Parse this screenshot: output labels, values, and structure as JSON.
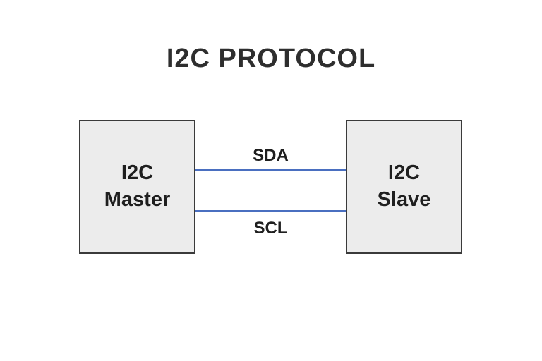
{
  "title": "I2C PROTOCOL",
  "colors": {
    "background": "#ffffff",
    "box_fill": "#ececec",
    "box_border": "#3a3a3a",
    "wire_blue": "#4a6fc0",
    "text_dark": "#1f1f1f"
  },
  "diagram": {
    "master": {
      "lines": [
        "I2C",
        "Master"
      ]
    },
    "slave": {
      "lines": [
        "I2C",
        "Slave"
      ]
    },
    "wires": [
      {
        "label": "SDA"
      },
      {
        "label": "SCL"
      }
    ]
  }
}
